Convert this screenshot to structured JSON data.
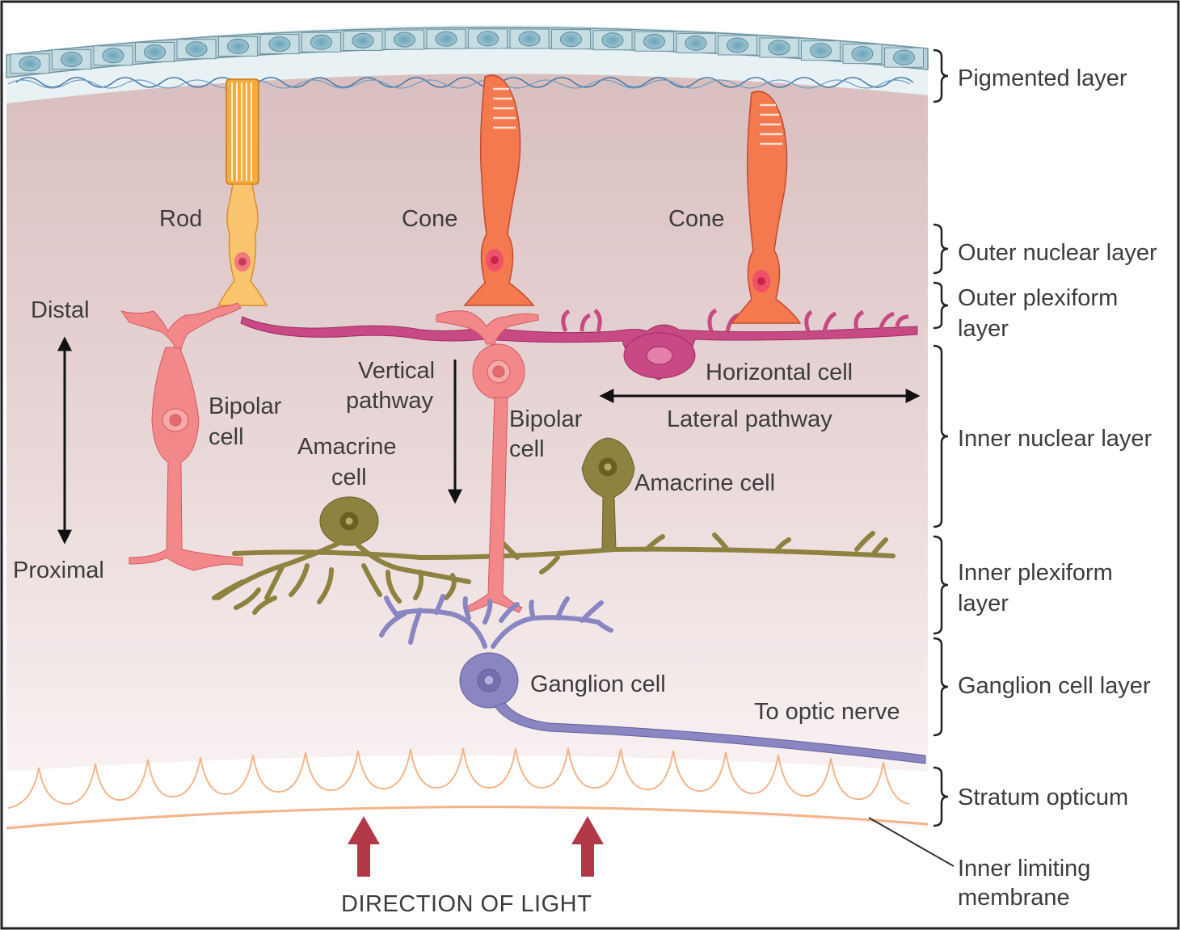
{
  "layers": {
    "pigmented": "Pigmented layer",
    "outer_nuclear": "Outer nuclear layer",
    "outer_plexiform_1": "Outer plexiform",
    "outer_plexiform_2": "layer",
    "inner_nuclear": "Inner nuclear layer",
    "inner_plexiform_1": "Inner plexiform",
    "inner_plexiform_2": "layer",
    "ganglion": "Ganglion cell layer",
    "stratum": "Stratum opticum",
    "inner_limiting_1": "Inner limiting",
    "inner_limiting_2": "membrane"
  },
  "cells": {
    "rod": "Rod",
    "cone_left": "Cone",
    "cone_right": "Cone",
    "bipolar_left_1": "Bipolar",
    "bipolar_left_2": "cell",
    "bipolar_center_1": "Bipolar",
    "bipolar_center_2": "cell",
    "amacrine_left_1": "Amacrine",
    "amacrine_left_2": "cell",
    "amacrine_right": "Amacrine cell",
    "horizontal": "Horizontal cell",
    "ganglion": "Ganglion cell"
  },
  "pathways": {
    "distal": "Distal",
    "proximal": "Proximal",
    "vertical_1": "Vertical",
    "vertical_2": "pathway",
    "lateral": "Lateral pathway",
    "optic_nerve": "To optic nerve",
    "direction_of_light": "DIRECTION OF LIGHT"
  },
  "colors": {
    "background_top": "#d9bdbd",
    "rod": "#f5b04a",
    "cone": "#f27a52",
    "bipolar": "#f2888a",
    "horizontal": "#c84a84",
    "amacrine": "#8e8240",
    "ganglion": "#8a86c2",
    "light_arrow": "#b23a48",
    "pigment": "#a9c9d3"
  }
}
